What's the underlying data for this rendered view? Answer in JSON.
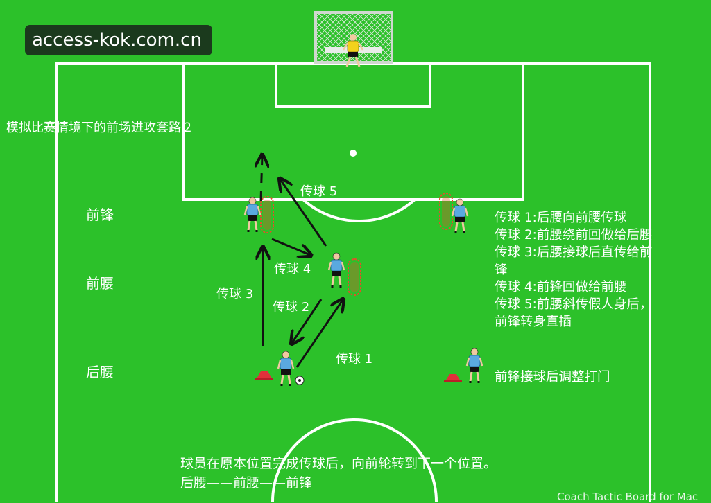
{
  "watermark": "access-kok.com.cn",
  "title": "模拟比赛情境下的前场进攻套路２",
  "rows": {
    "forward": "前锋",
    "attacking_mid": "前腰",
    "defensive_mid": "后腰"
  },
  "pass_labels": {
    "p1": "传球 1",
    "p2": "传球 2",
    "p3": "传球 3",
    "p4": "传球 4",
    "p5": "传球 5"
  },
  "legend": [
    "传球 1:后腰向前腰传球",
    "传球 2:前腰绕前回做给后腰",
    "传球 3:后腰接球后直传给前锋",
    "传球 4:前锋回做给前腰",
    "传球 5:前腰斜传假人身后，前锋转身直插"
  ],
  "legend_finish": "前锋接球后调整打门",
  "footer": {
    "line1": "球员在原本位置完成传球后，向前轮转到下一个位置。",
    "line2": "后腰——前腰——前锋"
  },
  "credit": "Coach Tactic Board for Mac",
  "colors": {
    "pitch": "#2cc12a",
    "lines": "#ffffff",
    "player_shirt": "#5aa9e0",
    "keeper_shirt": "#f2d21c",
    "mannequin": "#e0522a",
    "cone": "#e2303a",
    "arrow": "#111111"
  },
  "icons": [
    "player-icon",
    "goalkeeper-icon",
    "mannequin-icon",
    "cone-icon",
    "ball-icon",
    "goal-net-icon"
  ]
}
